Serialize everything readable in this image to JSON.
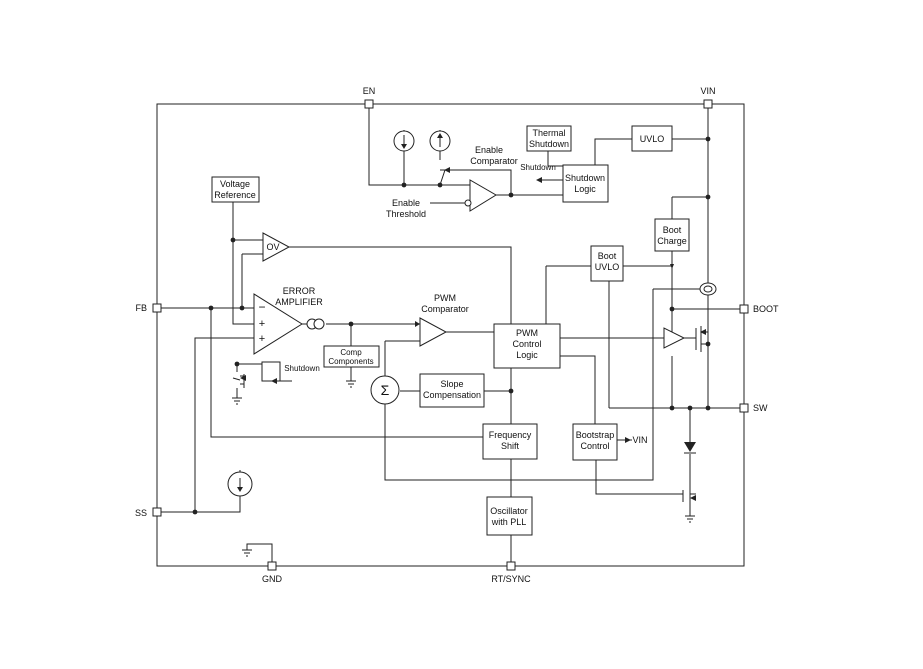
{
  "pins": {
    "en": "EN",
    "vin": "VIN",
    "fb": "FB",
    "boot": "BOOT",
    "sw": "SW",
    "ss": "SS",
    "gnd": "GND",
    "rtsync": "RT/SYNC"
  },
  "blocks": {
    "thermal_shutdown": [
      "Thermal",
      "Shutdown"
    ],
    "uvlo": "UVLO",
    "shutdown_logic": [
      "Shutdown",
      "Logic"
    ],
    "enable_comparator": [
      "Enable",
      "Comparator"
    ],
    "shutdown_signal": "Shutdown",
    "enable_threshold": [
      "Enable",
      "Threshold"
    ],
    "voltage_reference": [
      "Voltage",
      "Reference"
    ],
    "ov": "OV",
    "error_amplifier": [
      "ERROR",
      "AMPLIFIER"
    ],
    "boot_charge": [
      "Boot",
      "Charge"
    ],
    "boot_uvlo": [
      "Boot",
      "UVLO"
    ],
    "pwm_comparator": [
      "PWM",
      "Comparator"
    ],
    "pwm_control_logic": [
      "PWM",
      "Control",
      "Logic"
    ],
    "comp_components": [
      "Comp",
      "Components"
    ],
    "shutdown_ss": "Shutdown",
    "sigma": "Σ",
    "slope_compensation": [
      "Slope",
      "Compensation"
    ],
    "frequency_shift": [
      "Frequency",
      "Shift"
    ],
    "bootstrap_control": [
      "Bootstrap",
      "Control"
    ],
    "bootstrap_vin": "VIN",
    "oscillator": [
      "Oscillator",
      "with PLL"
    ]
  }
}
